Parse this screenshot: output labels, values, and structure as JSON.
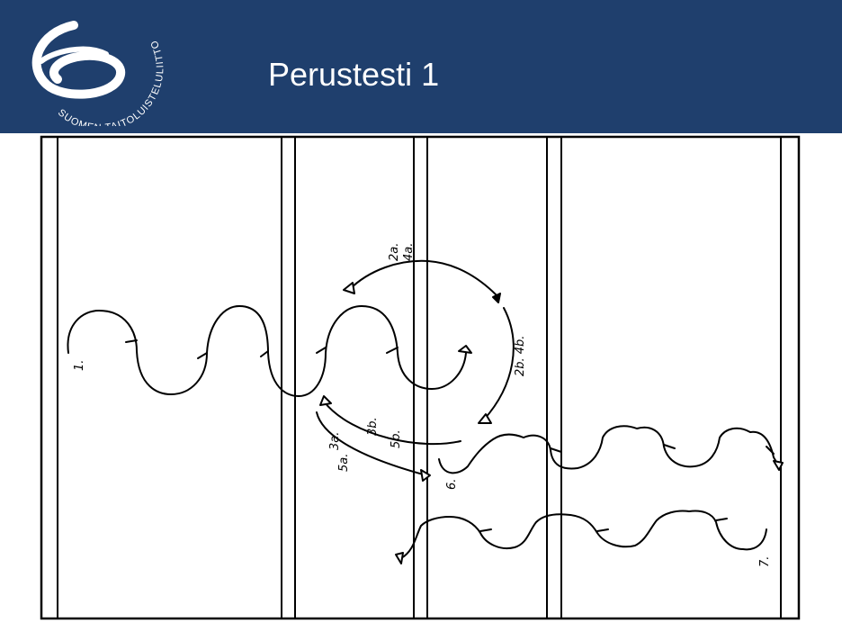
{
  "header": {
    "title": "Perustesti 1",
    "logo_text": "SUOMEN TAITOLUISTELULIITTO",
    "background": "#1f3f6d"
  },
  "diagram": {
    "line_color": "#000000",
    "labels": {
      "start": "1.",
      "circle_top": [
        "2a.",
        "4a."
      ],
      "circle_right": "2b. 4b.",
      "arc_3a": "3a.",
      "arc_5a": "5a.",
      "arc_3b": "3b.",
      "arc_5b": "5b.",
      "point_6": "6.",
      "end": "7."
    }
  }
}
